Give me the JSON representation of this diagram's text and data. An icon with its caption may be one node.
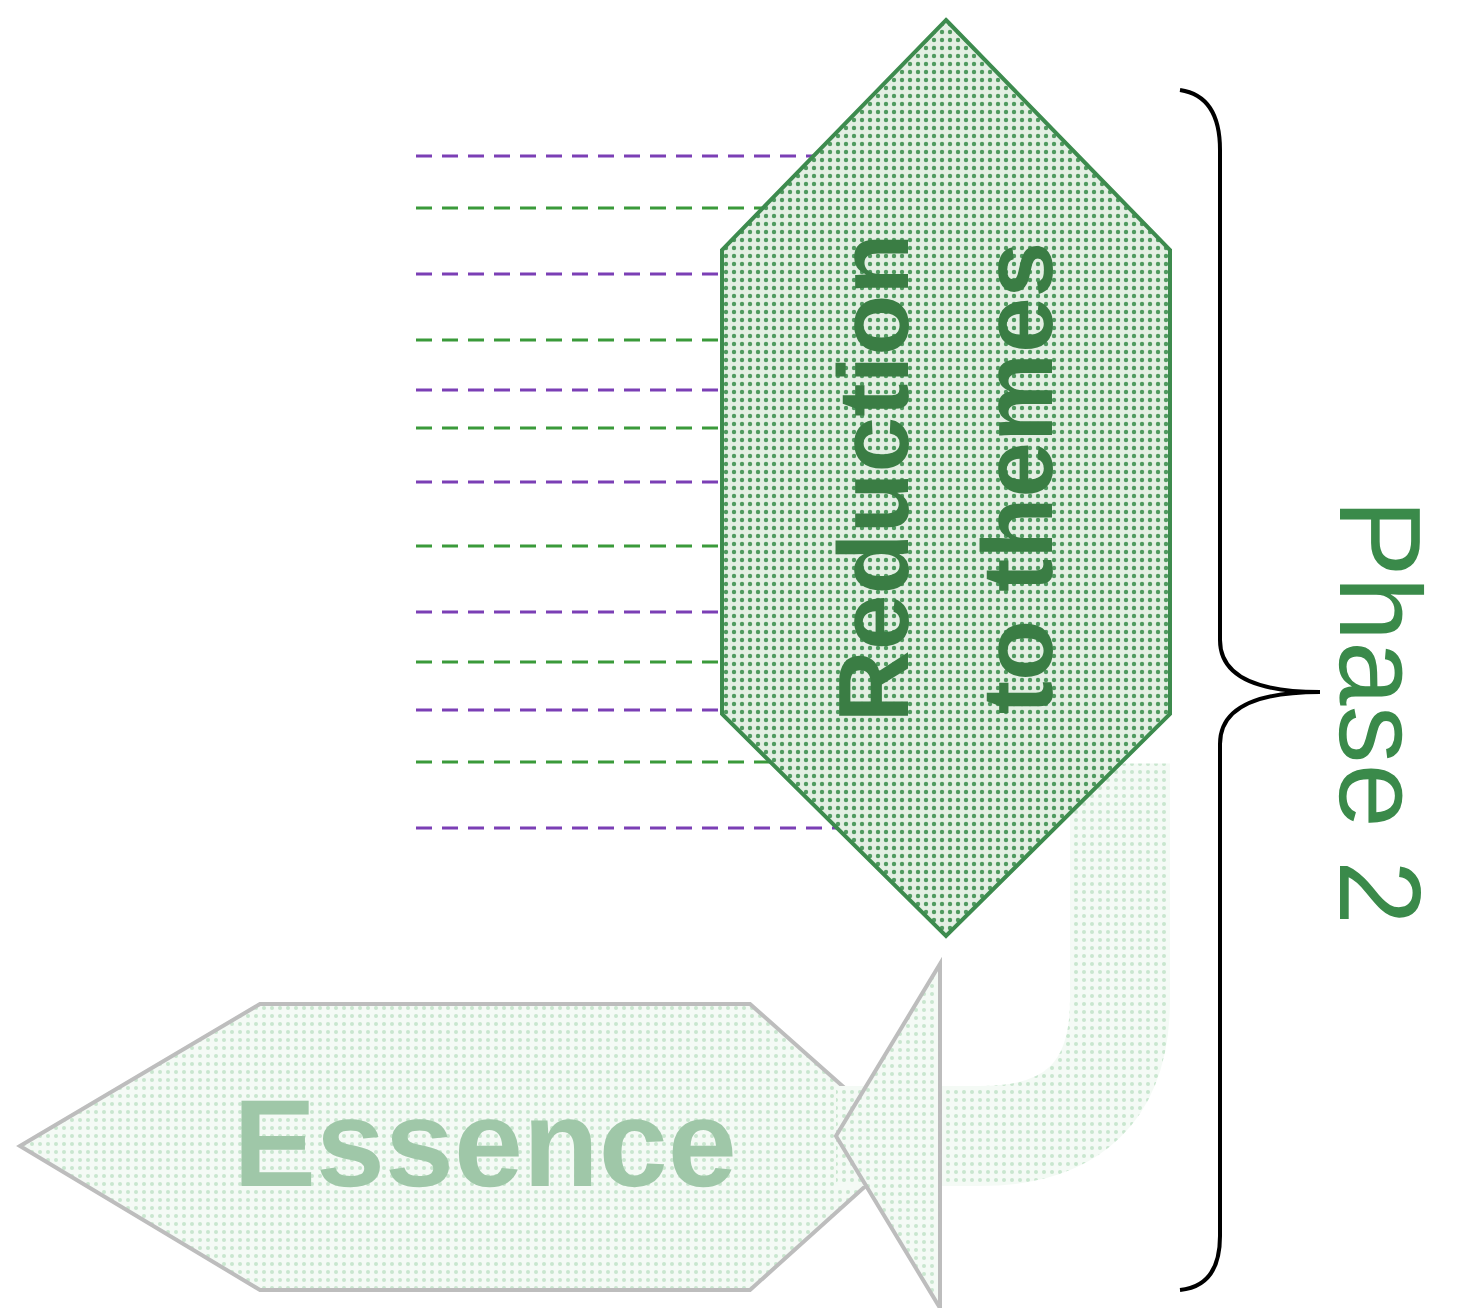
{
  "diagram": {
    "nodes": [
      {
        "text": [
          "Reduction to themes"
        ]
      },
      {
        "text": [
          "Essence"
        ]
      }
    ],
    "edges": [
      {
        "from": null,
        "to": 0,
        "arrow": "none",
        "style": "dashed",
        "color": "#7b3fb5"
      },
      {
        "from": null,
        "to": 0,
        "arrow": "none",
        "style": "dashed",
        "color": "#3a9a3a"
      },
      {
        "from": null,
        "to": 0,
        "arrow": "none",
        "style": "dashed",
        "color": "#7b3fb5"
      },
      {
        "from": null,
        "to": 0,
        "arrow": "none",
        "style": "dashed",
        "color": "#3a9a3a"
      },
      {
        "from": null,
        "to": 0,
        "arrow": "none",
        "style": "dashed",
        "color": "#7b3fb5"
      },
      {
        "from": null,
        "to": 0,
        "arrow": "none",
        "style": "dashed",
        "color": "#3a9a3a"
      },
      {
        "from": null,
        "to": 0,
        "arrow": "none",
        "style": "dashed",
        "color": "#7b3fb5"
      },
      {
        "from": null,
        "to": 0,
        "arrow": "none",
        "style": "dashed",
        "color": "#3a9a3a"
      },
      {
        "from": null,
        "to": 0,
        "arrow": "none",
        "style": "dashed",
        "color": "#7b3fb5"
      },
      {
        "from": null,
        "to": 0,
        "arrow": "none",
        "style": "dashed",
        "color": "#3a9a3a"
      },
      {
        "from": null,
        "to": 0,
        "arrow": "none",
        "style": "dashed",
        "color": "#7b3fb5"
      },
      {
        "from": null,
        "to": 0,
        "arrow": "none",
        "style": "dashed",
        "color": "#3a9a3a"
      },
      {
        "from": null,
        "to": 0,
        "arrow": "none",
        "style": "dashed",
        "color": "#7b3fb5"
      },
      {
        "from": 0,
        "to": 1,
        "arrow": "to",
        "style": "thick"
      }
    ],
    "labels": [
      "Phase 2"
    ]
  }
}
